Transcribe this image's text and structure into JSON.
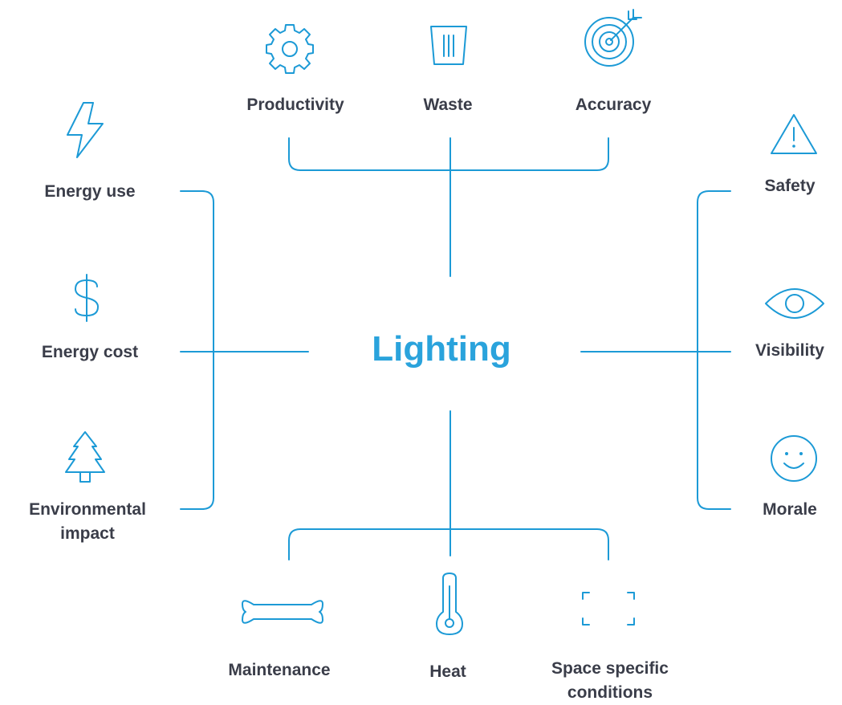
{
  "center": {
    "label": "Lighting"
  },
  "top": [
    {
      "label": "Productivity",
      "icon": "gear-icon"
    },
    {
      "label": "Waste",
      "icon": "trash-bin-icon"
    },
    {
      "label": "Accuracy",
      "icon": "target-icon"
    }
  ],
  "left": [
    {
      "label": "Energy use",
      "icon": "lightning-bolt-icon"
    },
    {
      "label": "Energy cost",
      "icon": "dollar-sign-icon"
    },
    {
      "label": "Environmental\nimpact",
      "icon": "tree-icon"
    }
  ],
  "right": [
    {
      "label": "Safety",
      "icon": "warning-triangle-icon"
    },
    {
      "label": "Visibility",
      "icon": "eye-icon"
    },
    {
      "label": "Morale",
      "icon": "smiley-face-icon"
    }
  ],
  "bottom": [
    {
      "label": "Maintenance",
      "icon": "wrench-icon"
    },
    {
      "label": "Heat",
      "icon": "thermometer-icon"
    },
    {
      "label": "Space specific\nconditions",
      "icon": "frame-corners-icon"
    }
  ],
  "colors": {
    "accent": "#1c9ad6",
    "center_text": "#2aa3dc",
    "label_text": "#3a3d49"
  }
}
